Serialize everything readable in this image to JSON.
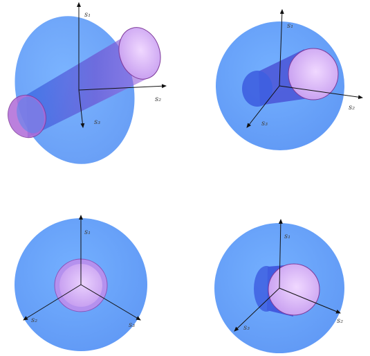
{
  "colors": {
    "disk": "#6aa6ff",
    "disk_dark": "#5f92f2",
    "tube_blue": "#3a5bdc",
    "tube_purple": "#8a5fd4",
    "cap": "#d8b8f6",
    "cap_rim": "#7e3a9a",
    "axis": "#111111"
  },
  "panels": [
    {
      "name": "panel-top-left",
      "labels": {
        "up": "s₁",
        "right": "s₂",
        "down": "s₃"
      }
    },
    {
      "name": "panel-top-right",
      "labels": {
        "up": "s₁",
        "right": "s₂",
        "down": "s₃"
      }
    },
    {
      "name": "panel-bottom-left",
      "labels": {
        "up": "s₁",
        "left": "s₂",
        "right": "s₃"
      }
    },
    {
      "name": "panel-bottom-right",
      "labels": {
        "up": "s₁",
        "left": "s₃",
        "right": "s₂"
      }
    }
  ]
}
